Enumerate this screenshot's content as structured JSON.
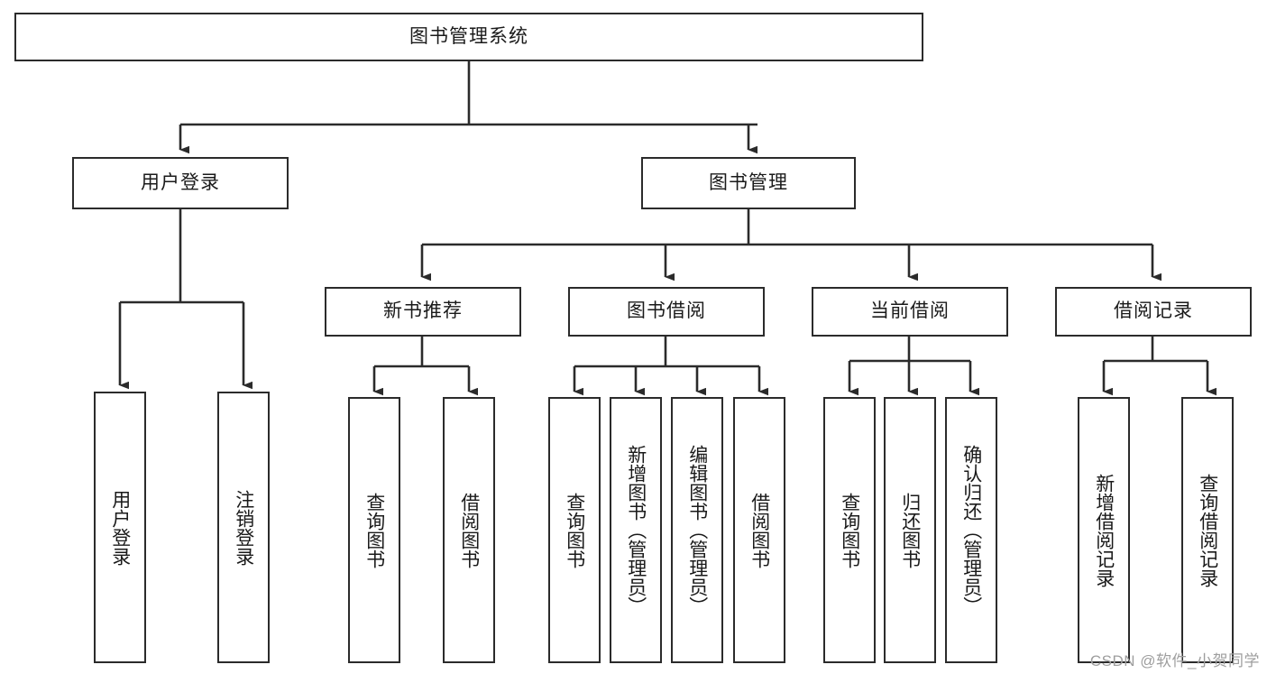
{
  "diagram": {
    "title": "图书管理系统",
    "type": "functional-structure-tree",
    "colors": {
      "border": "#2b2b2b",
      "background": "#ffffff",
      "text": "#1a1a1a",
      "watermark": "#9e9e9e"
    },
    "watermark": "CSDN @软件_小贺同学",
    "nodes": {
      "root": {
        "label": "图书管理系统"
      },
      "level1": [
        {
          "id": "user-login",
          "label": "用户登录"
        },
        {
          "id": "book-manage",
          "label": "图书管理"
        }
      ],
      "level2": [
        {
          "id": "new-book-recommend",
          "label": "新书推荐"
        },
        {
          "id": "book-borrow",
          "label": "图书借阅"
        },
        {
          "id": "current-borrow",
          "label": "当前借阅"
        },
        {
          "id": "borrow-record",
          "label": "借阅记录"
        }
      ],
      "leaves": {
        "user_login": [
          {
            "id": "leaf-user-login",
            "label": "用户登录"
          },
          {
            "id": "leaf-user-logout",
            "label": "注销登录"
          }
        ],
        "new_book_recommend": [
          {
            "id": "leaf-query-book-1",
            "label": "查询图书"
          },
          {
            "id": "leaf-borrow-book-1",
            "label": "借阅图书"
          }
        ],
        "book_borrow": [
          {
            "id": "leaf-query-book-2",
            "label": "查询图书"
          },
          {
            "id": "leaf-add-book",
            "label": "新增图书（管理员）"
          },
          {
            "id": "leaf-edit-book",
            "label": "编辑图书（管理员）"
          },
          {
            "id": "leaf-borrow-book-2",
            "label": "借阅图书"
          }
        ],
        "current_borrow": [
          {
            "id": "leaf-query-book-3",
            "label": "查询图书"
          },
          {
            "id": "leaf-return-book",
            "label": "归还图书"
          },
          {
            "id": "leaf-confirm-return",
            "label": "确认归还（管理员）"
          }
        ],
        "borrow_record": [
          {
            "id": "leaf-add-record",
            "label": "新增借阅记录"
          },
          {
            "id": "leaf-query-record",
            "label": "查询借阅记录"
          }
        ]
      }
    }
  }
}
